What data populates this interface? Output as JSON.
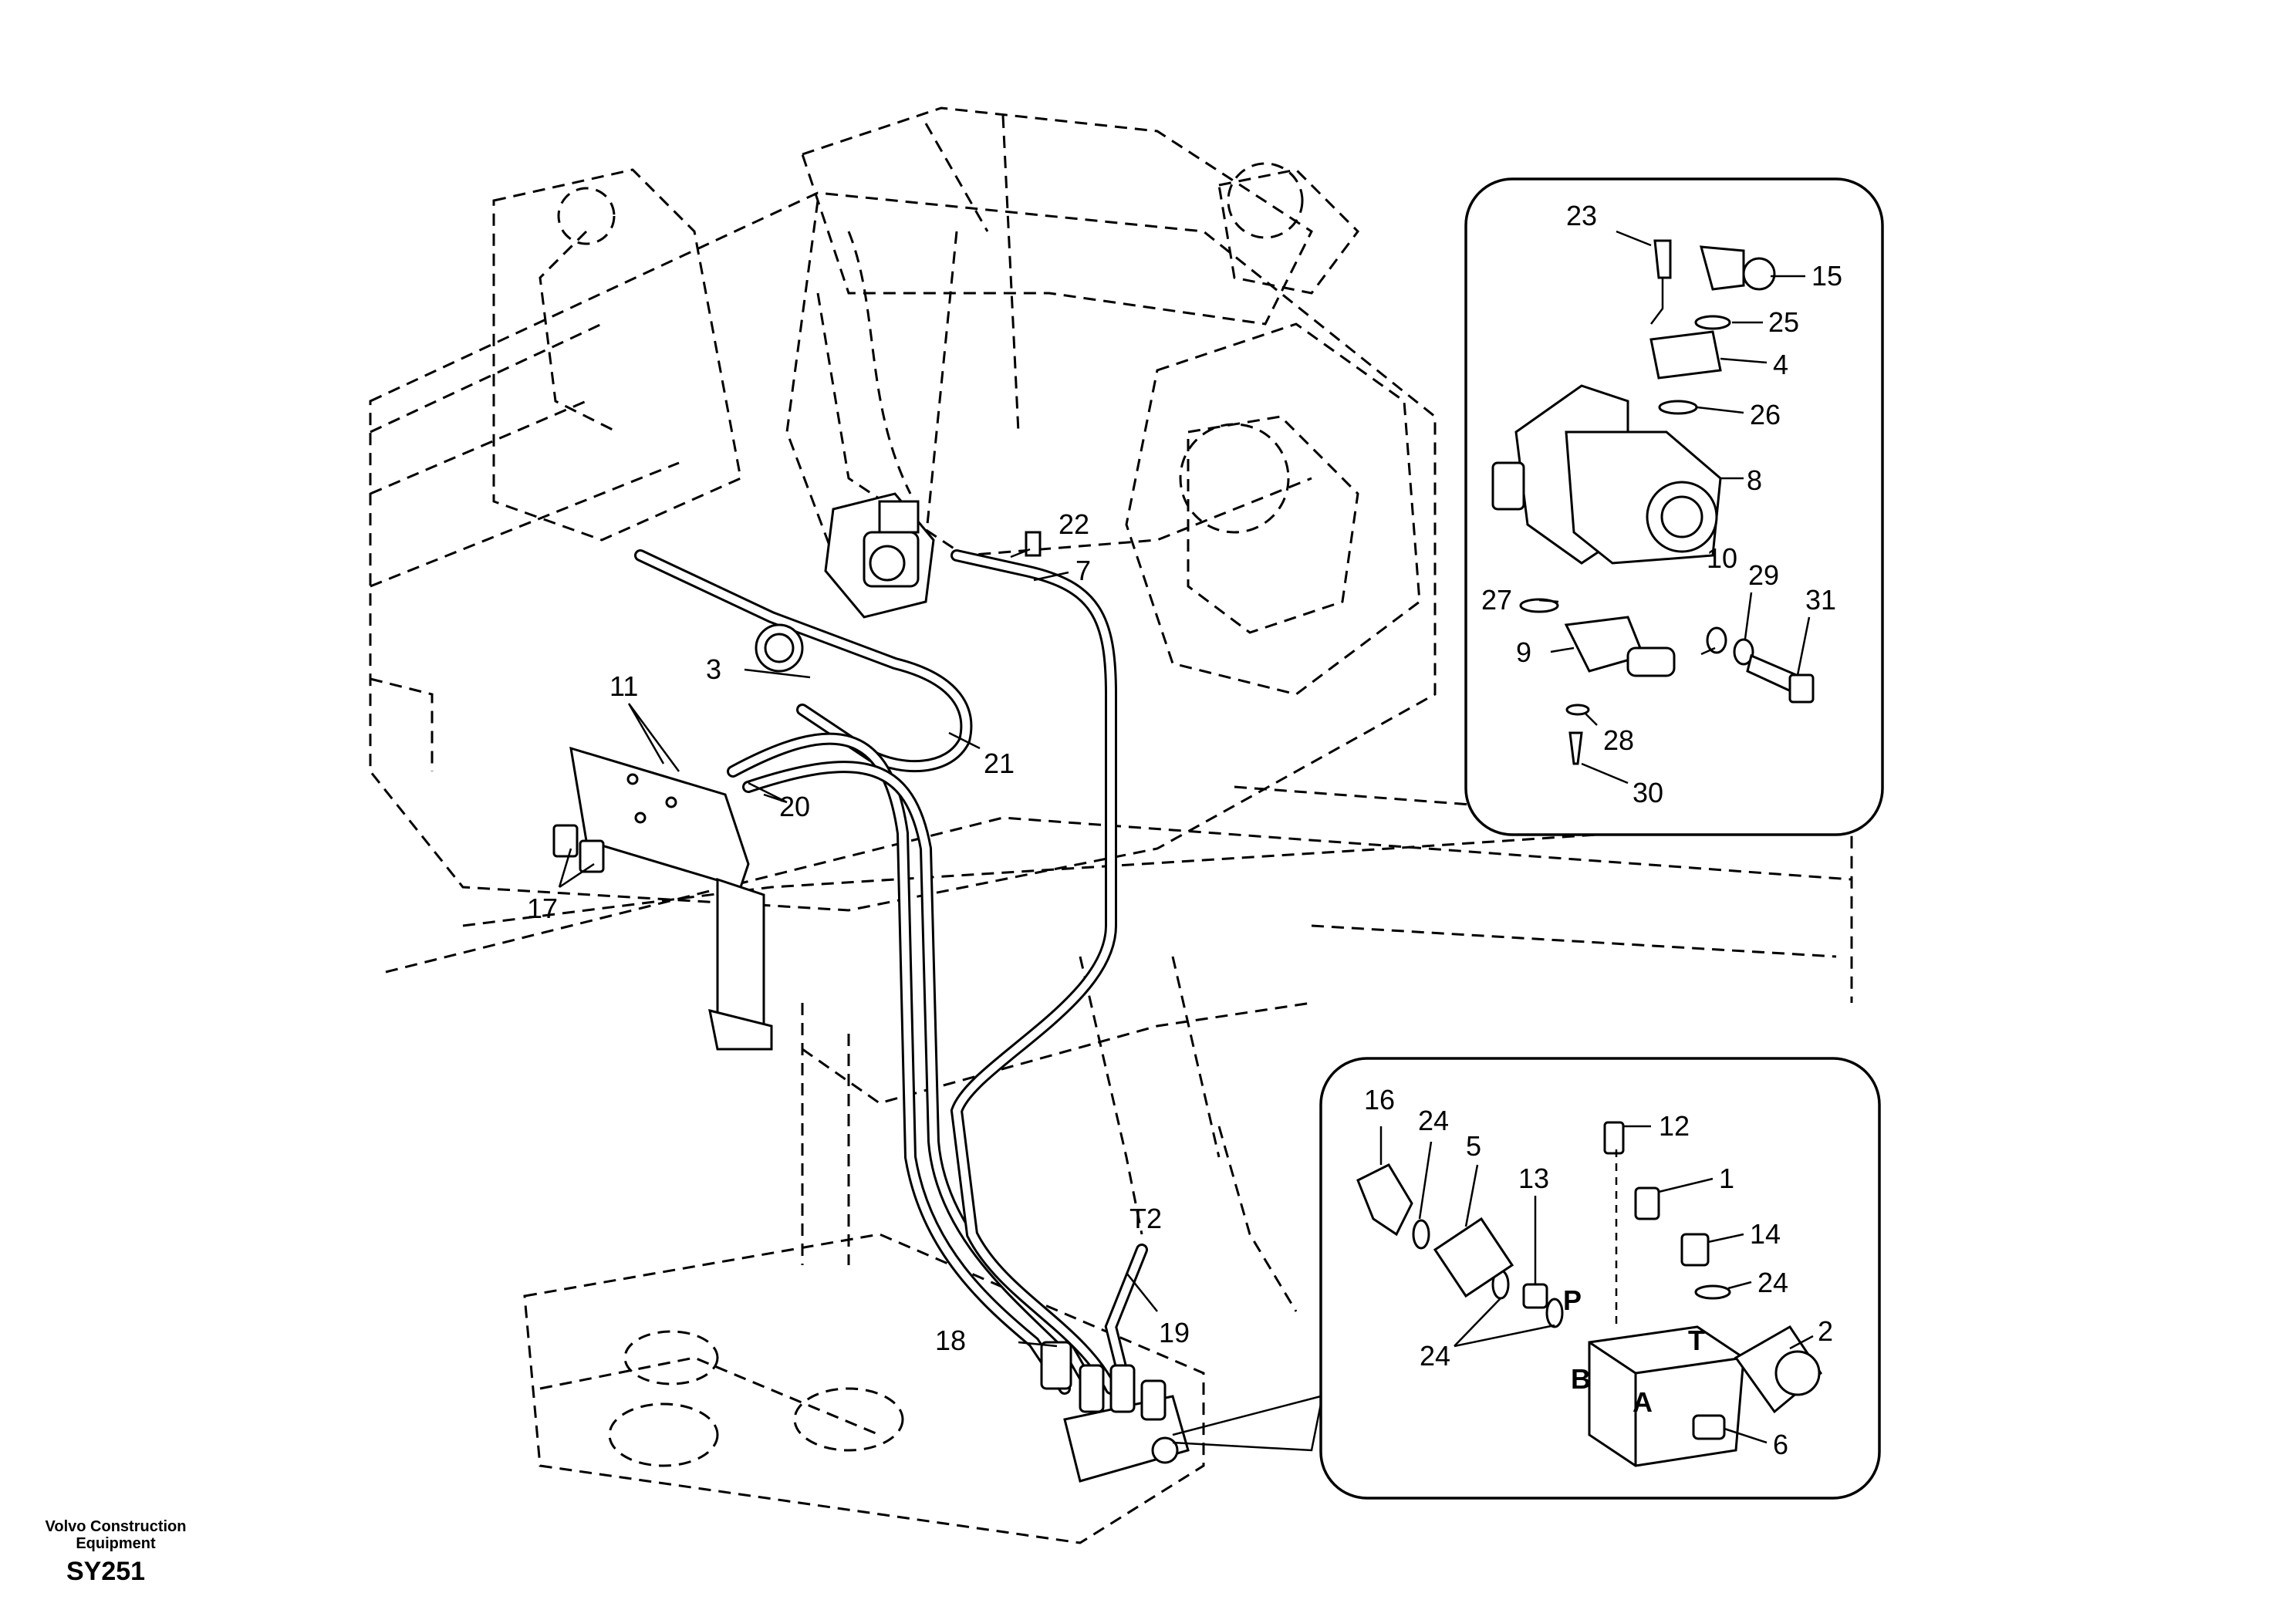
{
  "footer": {
    "brand": "Volvo Construction Equipment",
    "code": "SY251"
  },
  "callouts": {
    "c1": "1",
    "c2": "2",
    "c3": "3",
    "c4": "4",
    "c5": "5",
    "c6": "6",
    "c7": "7",
    "c8": "8",
    "c9": "9",
    "c10": "10",
    "c11": "11",
    "c12": "12",
    "c13": "13",
    "c14": "14",
    "c15": "15",
    "c16": "16",
    "c17": "17",
    "c18": "18",
    "c19": "19",
    "c20": "20",
    "c21": "21",
    "c22": "22",
    "c23": "23",
    "c24": "24",
    "c25": "25",
    "c26": "26",
    "c27": "27",
    "c28": "28",
    "c29": "29",
    "c30": "30",
    "c31": "31"
  },
  "ports": {
    "p": "P",
    "t": "T",
    "a": "A",
    "b": "B",
    "t2": "T2"
  }
}
